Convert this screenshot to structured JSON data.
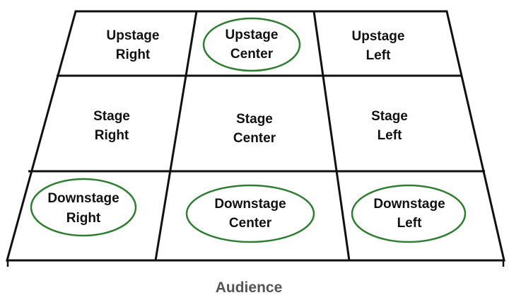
{
  "diagram": {
    "areas": [
      {
        "id": "upstage-right",
        "lines": [
          "Upstage",
          "Right"
        ],
        "circled": false
      },
      {
        "id": "upstage-center",
        "lines": [
          "Upstage",
          "Center"
        ],
        "circled": true
      },
      {
        "id": "upstage-left",
        "lines": [
          "Upstage",
          "Left"
        ],
        "circled": false
      },
      {
        "id": "stage-right",
        "lines": [
          "Stage",
          "Right"
        ],
        "circled": false
      },
      {
        "id": "stage-center",
        "lines": [
          "Stage",
          "Center"
        ],
        "circled": false
      },
      {
        "id": "stage-left",
        "lines": [
          "Stage",
          "Left"
        ],
        "circled": false
      },
      {
        "id": "downstage-right",
        "lines": [
          "Downstage",
          "Right"
        ],
        "circled": true
      },
      {
        "id": "downstage-center",
        "lines": [
          "Downstage",
          "Center"
        ],
        "circled": true
      },
      {
        "id": "downstage-left",
        "lines": [
          "Downstage",
          "Left"
        ],
        "circled": true
      }
    ],
    "audience_label": "Audience",
    "grid_color": "#111111",
    "circle_color": "#2e7d32",
    "audience_color": "#555555"
  }
}
